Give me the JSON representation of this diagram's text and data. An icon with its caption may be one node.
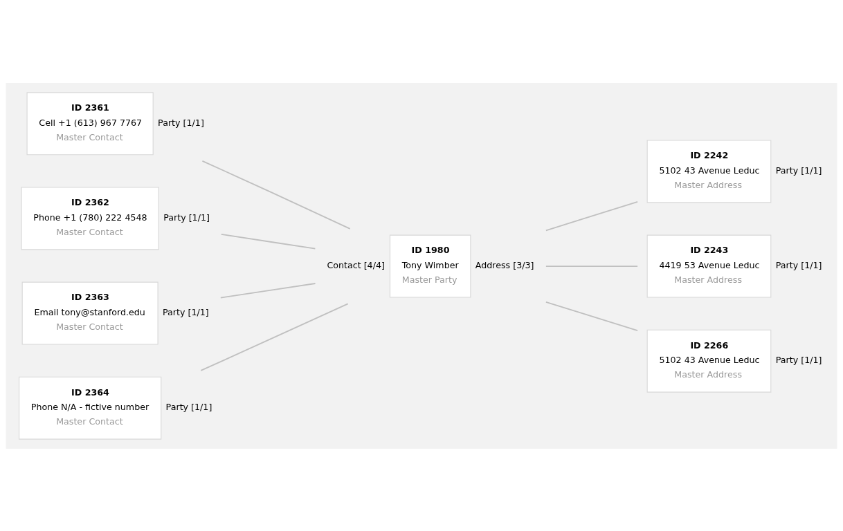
{
  "diagram": {
    "nodes": [
      {
        "text": [
          "ID 1980",
          "Tony Wimber",
          "Master Party"
        ],
        "beside": [
          "Contact [4/4]",
          "Address [3/3]"
        ]
      },
      {
        "text": [
          "ID 2361",
          "Cell +1 (613) 967 7767",
          "Master Contact"
        ],
        "beside": [
          "Party [1/1]"
        ]
      },
      {
        "text": [
          "ID 2362",
          "Phone +1 (780) 222 4548",
          "Master Contact"
        ],
        "beside": [
          "Party [1/1]"
        ]
      },
      {
        "text": [
          "ID 2363",
          "Email tony@stanford.edu",
          "Master Contact"
        ],
        "beside": [
          "Party [1/1]"
        ]
      },
      {
        "text": [
          "ID 2364",
          "Phone N/A - fictive number",
          "Master Contact"
        ],
        "beside": [
          "Party [1/1]"
        ]
      },
      {
        "text": [
          "ID 2242",
          "5102 43 Avenue Leduc",
          "Master Address"
        ],
        "beside": [
          "Party [1/1]"
        ]
      },
      {
        "text": [
          "ID 2243",
          "4419 53 Avenue Leduc",
          "Master Address"
        ],
        "beside": [
          "Party [1/1]"
        ]
      },
      {
        "text": [
          "ID 2266",
          "5102 43 Avenue Leduc",
          "Master Address"
        ],
        "beside": [
          "Party [1/1]"
        ]
      }
    ],
    "edges": [
      {
        "from": 0,
        "to": 1,
        "arrow": "none"
      },
      {
        "from": 0,
        "to": 2,
        "arrow": "none"
      },
      {
        "from": 0,
        "to": 3,
        "arrow": "none"
      },
      {
        "from": 0,
        "to": 4,
        "arrow": "none"
      },
      {
        "from": 0,
        "to": 5,
        "arrow": "none"
      },
      {
        "from": 0,
        "to": 6,
        "arrow": "none"
      },
      {
        "from": 0,
        "to": 7,
        "arrow": "none"
      }
    ]
  }
}
